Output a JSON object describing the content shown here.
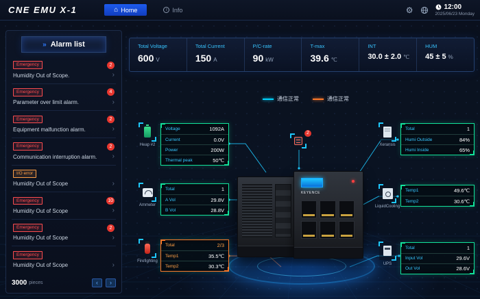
{
  "header": {
    "title": "CNE EMU X-1",
    "tabs": [
      {
        "label": "Home"
      },
      {
        "label": "Info"
      }
    ],
    "time": "12:00",
    "date": "2025/06/23 Monday"
  },
  "alarm_panel": {
    "title": "Alarm list",
    "items": [
      {
        "tag": "Emergency",
        "tag_color": "#ff4d4f",
        "count": "2",
        "text": "Humidity Out of Scope."
      },
      {
        "tag": "Emergency",
        "tag_color": "#ff4d4f",
        "count": "4",
        "text": "Parameter over limit alarm."
      },
      {
        "tag": "Emergency",
        "tag_color": "#ff4d4f",
        "count": "2",
        "text": "Equipment malfunction alarm."
      },
      {
        "tag": "Emergency",
        "tag_color": "#ff4d4f",
        "count": "2",
        "text": "Communication interruption alarm."
      },
      {
        "tag": "I/O error",
        "tag_color": "#ff9f45",
        "count": "",
        "text": "Humidity Out of Scope"
      },
      {
        "tag": "Emergency",
        "tag_color": "#ff4d4f",
        "count": "10",
        "text": "Humidity Out of Scope"
      },
      {
        "tag": "Emergency",
        "tag_color": "#ff4d4f",
        "count": "2",
        "text": "Humidity Out of Scope"
      },
      {
        "tag": "Emergency",
        "tag_color": "#ff4d4f",
        "count": "",
        "text": "Humidity Out of Scope"
      }
    ],
    "total_count": "3000",
    "total_unit": "pieces"
  },
  "stats": [
    {
      "label": "Total Voltage",
      "value": "600",
      "unit": "V"
    },
    {
      "label": "Total Current",
      "value": "150",
      "unit": "A"
    },
    {
      "label": "P/C-rate",
      "value": "90",
      "unit": "kW"
    },
    {
      "label": "T-max",
      "value": "39.6",
      "unit": "℃"
    },
    {
      "label": "INT",
      "value": "30.0 ± 2.0",
      "unit": "℃"
    },
    {
      "label": "HUM",
      "value": "45 ± 5",
      "unit": "%"
    }
  ],
  "legend": [
    {
      "label": "通信正常",
      "color": "#00d5ff"
    },
    {
      "label": "通信正常",
      "color": "#ff7a2a"
    }
  ],
  "device_alert_count": "2",
  "equipment": {
    "brand": "KEYENCE"
  },
  "panels_left": [
    {
      "name": "Heap #2",
      "icon": "battery",
      "accent": "#12e39b",
      "label_color": "#36c6ff",
      "rows": [
        {
          "label": "Voltage",
          "value": "1092A"
        },
        {
          "label": "Current",
          "value": "0.0V"
        },
        {
          "label": "Power",
          "value": "200W"
        },
        {
          "label": "Thermal peak",
          "value": "50℃"
        }
      ]
    },
    {
      "name": "Ammeter",
      "icon": "ammeter",
      "accent": "#12e39b",
      "label_color": "#36c6ff",
      "rows": [
        {
          "label": "Total",
          "value": "1"
        },
        {
          "label": "A Vol",
          "value": "29.8V"
        },
        {
          "label": "B Vol",
          "value": "28.8V"
        }
      ]
    },
    {
      "name": "Firefighting",
      "icon": "extinguisher",
      "accent": "#ff7a2a",
      "label_color": "#ff9f45",
      "rows": [
        {
          "label": "Total",
          "value": "2/3",
          "value_color": "#ff9f45"
        },
        {
          "label": "Temp1",
          "value": "35.5℃"
        },
        {
          "label": "Temp2",
          "value": "30.3℃"
        }
      ]
    }
  ],
  "panels_right": [
    {
      "name": "Xeransis",
      "icon": "dehumidifier",
      "accent": "#12e39b",
      "label_color": "#36c6ff",
      "rows": [
        {
          "label": "Total",
          "value": "1"
        },
        {
          "label": "Humi Outside",
          "value": "84%"
        },
        {
          "label": "Humi Inside",
          "value": "65%"
        }
      ]
    },
    {
      "name": "LiquidCooling",
      "icon": "cooling",
      "accent": "#12e39b",
      "label_color": "#36c6ff",
      "rows": [
        {
          "label": "Temp1",
          "value": "49.6℃"
        },
        {
          "label": "Temp2",
          "value": "30.6℃"
        }
      ]
    },
    {
      "name": "UPS",
      "icon": "ups",
      "accent": "#12e39b",
      "label_color": "#36c6ff",
      "rows": [
        {
          "label": "Total",
          "value": "1"
        },
        {
          "label": "Input Vol",
          "value": "29.6V"
        },
        {
          "label": "Out Vol",
          "value": "28.6V"
        }
      ]
    }
  ]
}
